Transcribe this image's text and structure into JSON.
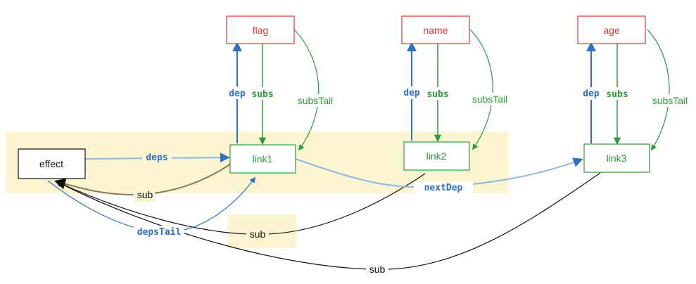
{
  "colors": {
    "highlight": "#fcf5d2",
    "red": "#d23a3a",
    "green": "#2e9a3b",
    "blue": "#2f6fc4",
    "lightblue": "#8fb7dd",
    "brown": "#8a7a5a",
    "black": "#111111"
  },
  "nodes": {
    "effect": "effect",
    "link1": "link1",
    "link2": "link2",
    "link3": "link3",
    "flag": "flag",
    "name": "name",
    "age": "age"
  },
  "edges": {
    "deps": "deps",
    "depsTail": "depsTail",
    "nextDep": "nextDep",
    "sub1": "sub",
    "sub2": "sub",
    "sub3": "sub",
    "dep1": "dep",
    "dep2": "dep",
    "dep3": "dep",
    "subs1": "subs",
    "subs2": "subs",
    "subs3": "subs",
    "subsTail1": "subsTail",
    "subsTail2": "subsTail",
    "subsTail3": "subsTail"
  }
}
